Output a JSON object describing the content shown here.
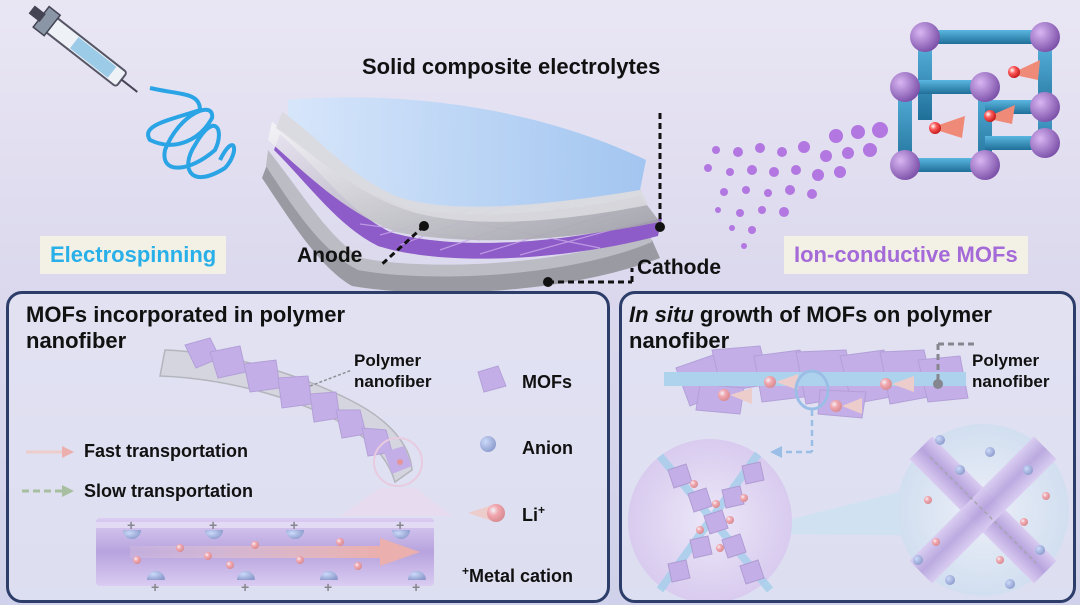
{
  "header": {
    "title": "Solid composite electrolytes"
  },
  "top_labels": {
    "electrospinning": "Electrospinning",
    "ion_conductive_mofs": "Ion-conductive MOFs",
    "anode": "Anode",
    "cathode": "Cathode"
  },
  "left_panel": {
    "title": "MOFs incorporated in polymer nanofiber",
    "polymer_label_line1": "Polymer",
    "polymer_label_line2": "nanofiber",
    "fast": "Fast transportation",
    "slow": "Slow transportation"
  },
  "right_panel": {
    "title_italic": "In situ",
    "title_rest": " growth of MOFs on polymer nanofiber",
    "polymer_label_line1": "Polymer",
    "polymer_label_line2": "nanofiber"
  },
  "legend": {
    "mofs": "MOFs",
    "anion": "Anion",
    "li": "Li",
    "li_sup": "+",
    "metal_sup": "+",
    "metal": "Metal cation"
  },
  "colors": {
    "electrospinning": "#2ab0e8",
    "mof_purple": "#9b6ad6",
    "panel_border": "#2d3d6a",
    "fast_arrow": "#f08a78",
    "slow_arrow": "#5a8a3a"
  }
}
